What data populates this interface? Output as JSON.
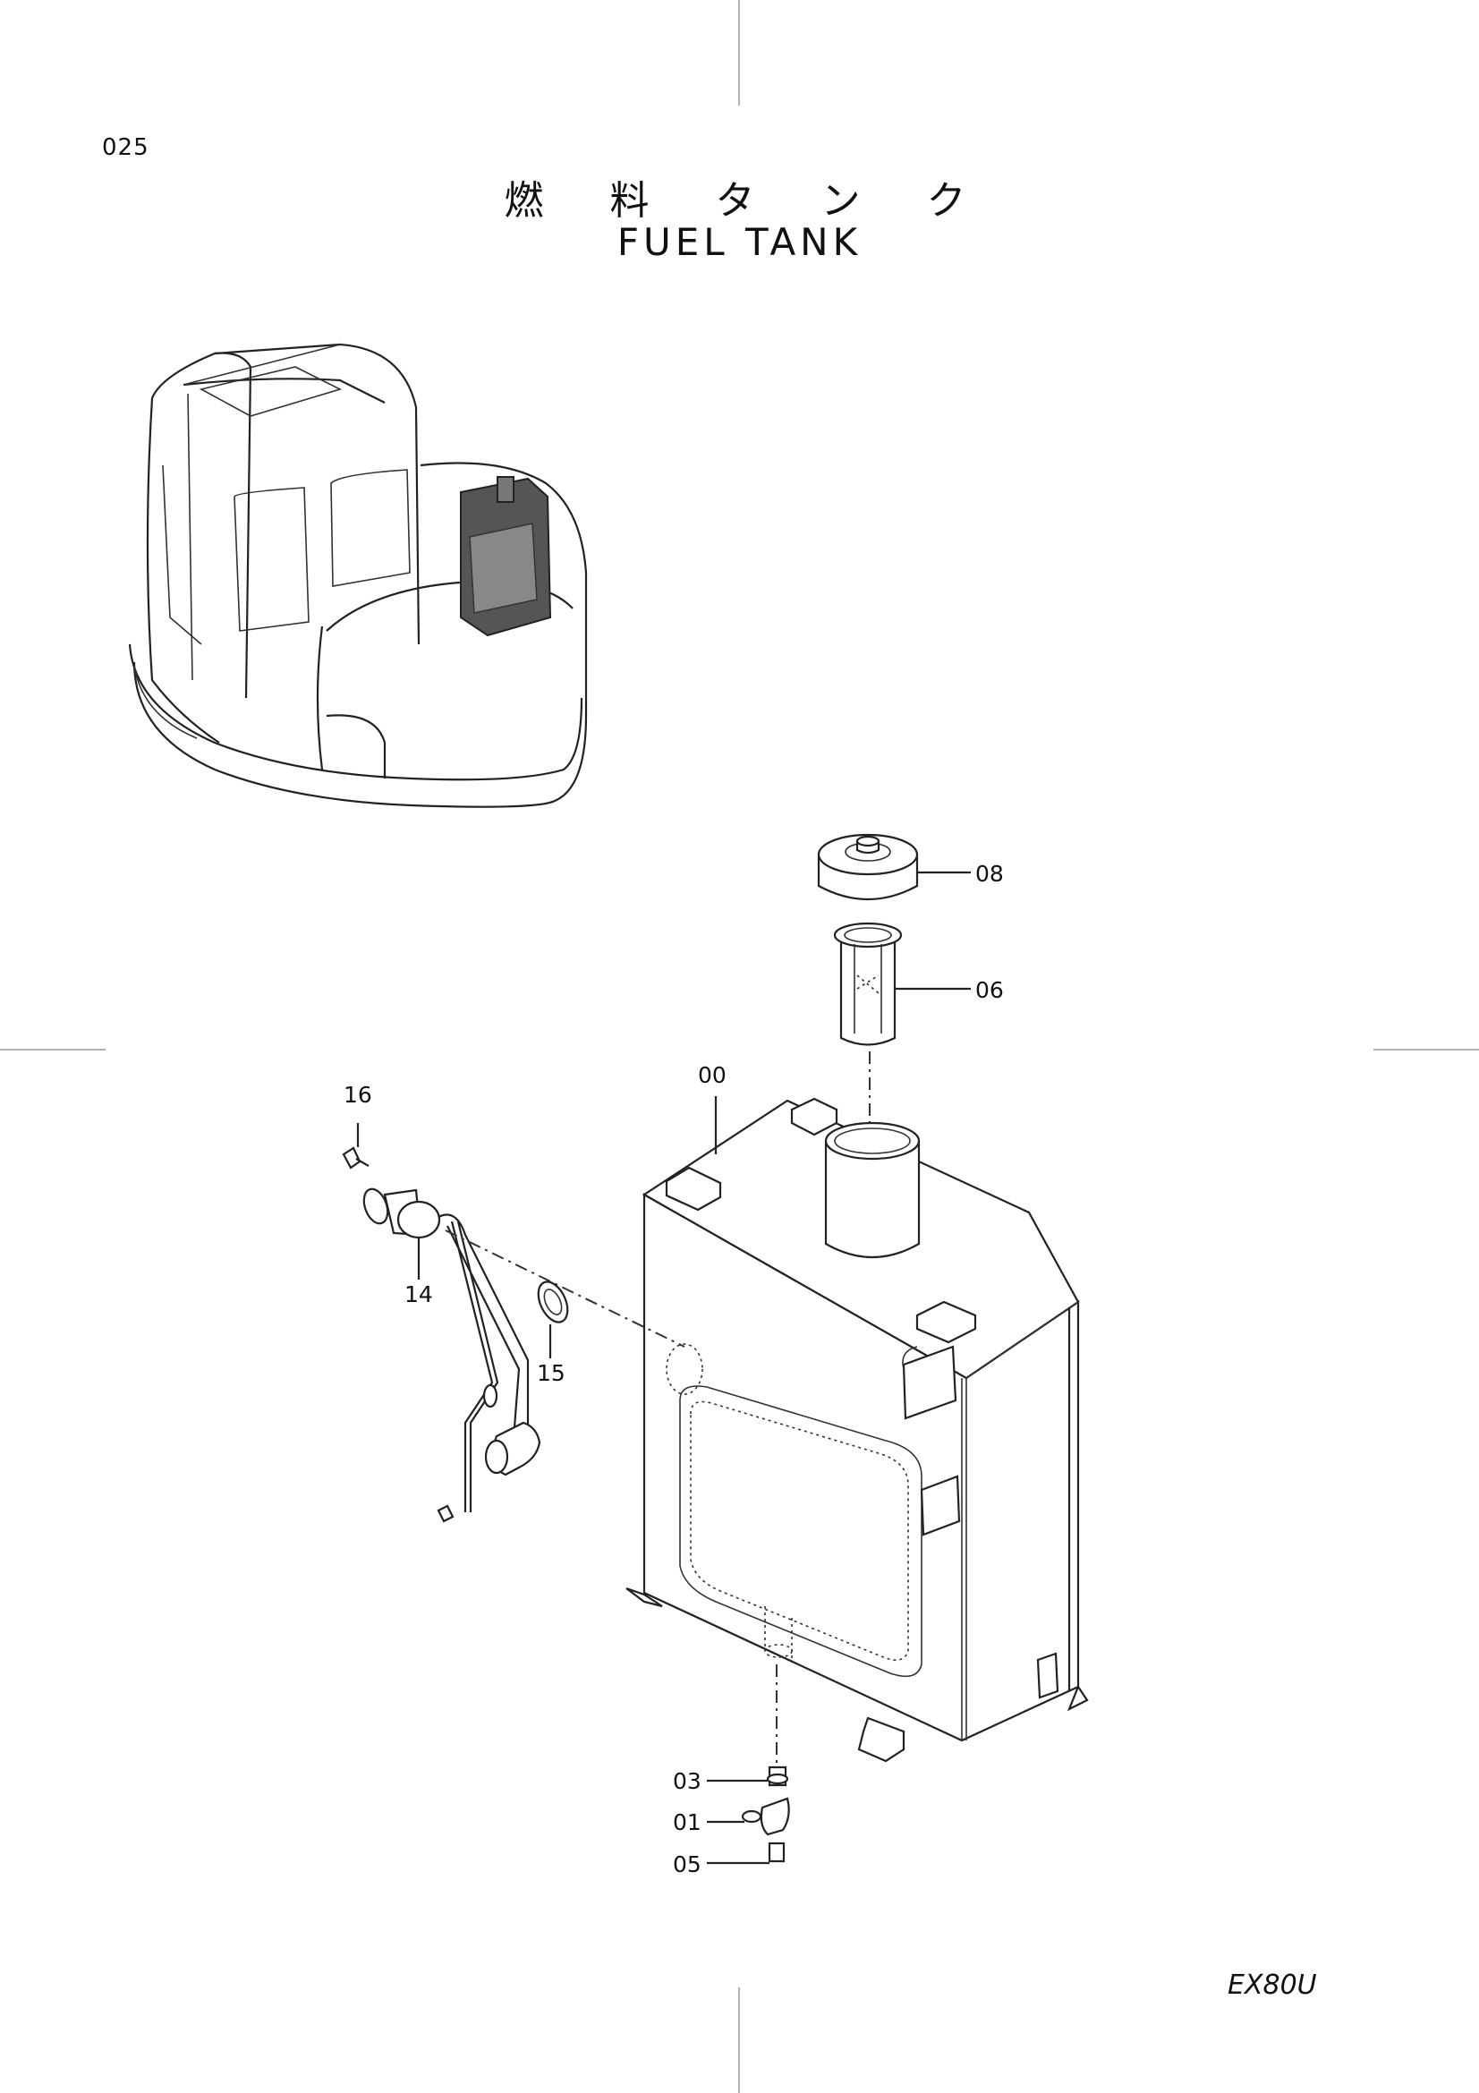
{
  "page_number": "025",
  "title_jp": "燃 料 タ ン ク",
  "title_en": "FUEL TANK",
  "model": "EX80U",
  "callouts": {
    "c08": "08",
    "c06": "06",
    "c00": "00",
    "c16": "16",
    "c14": "14",
    "c15": "15",
    "c03": "03",
    "c01": "01",
    "c05": "05"
  }
}
